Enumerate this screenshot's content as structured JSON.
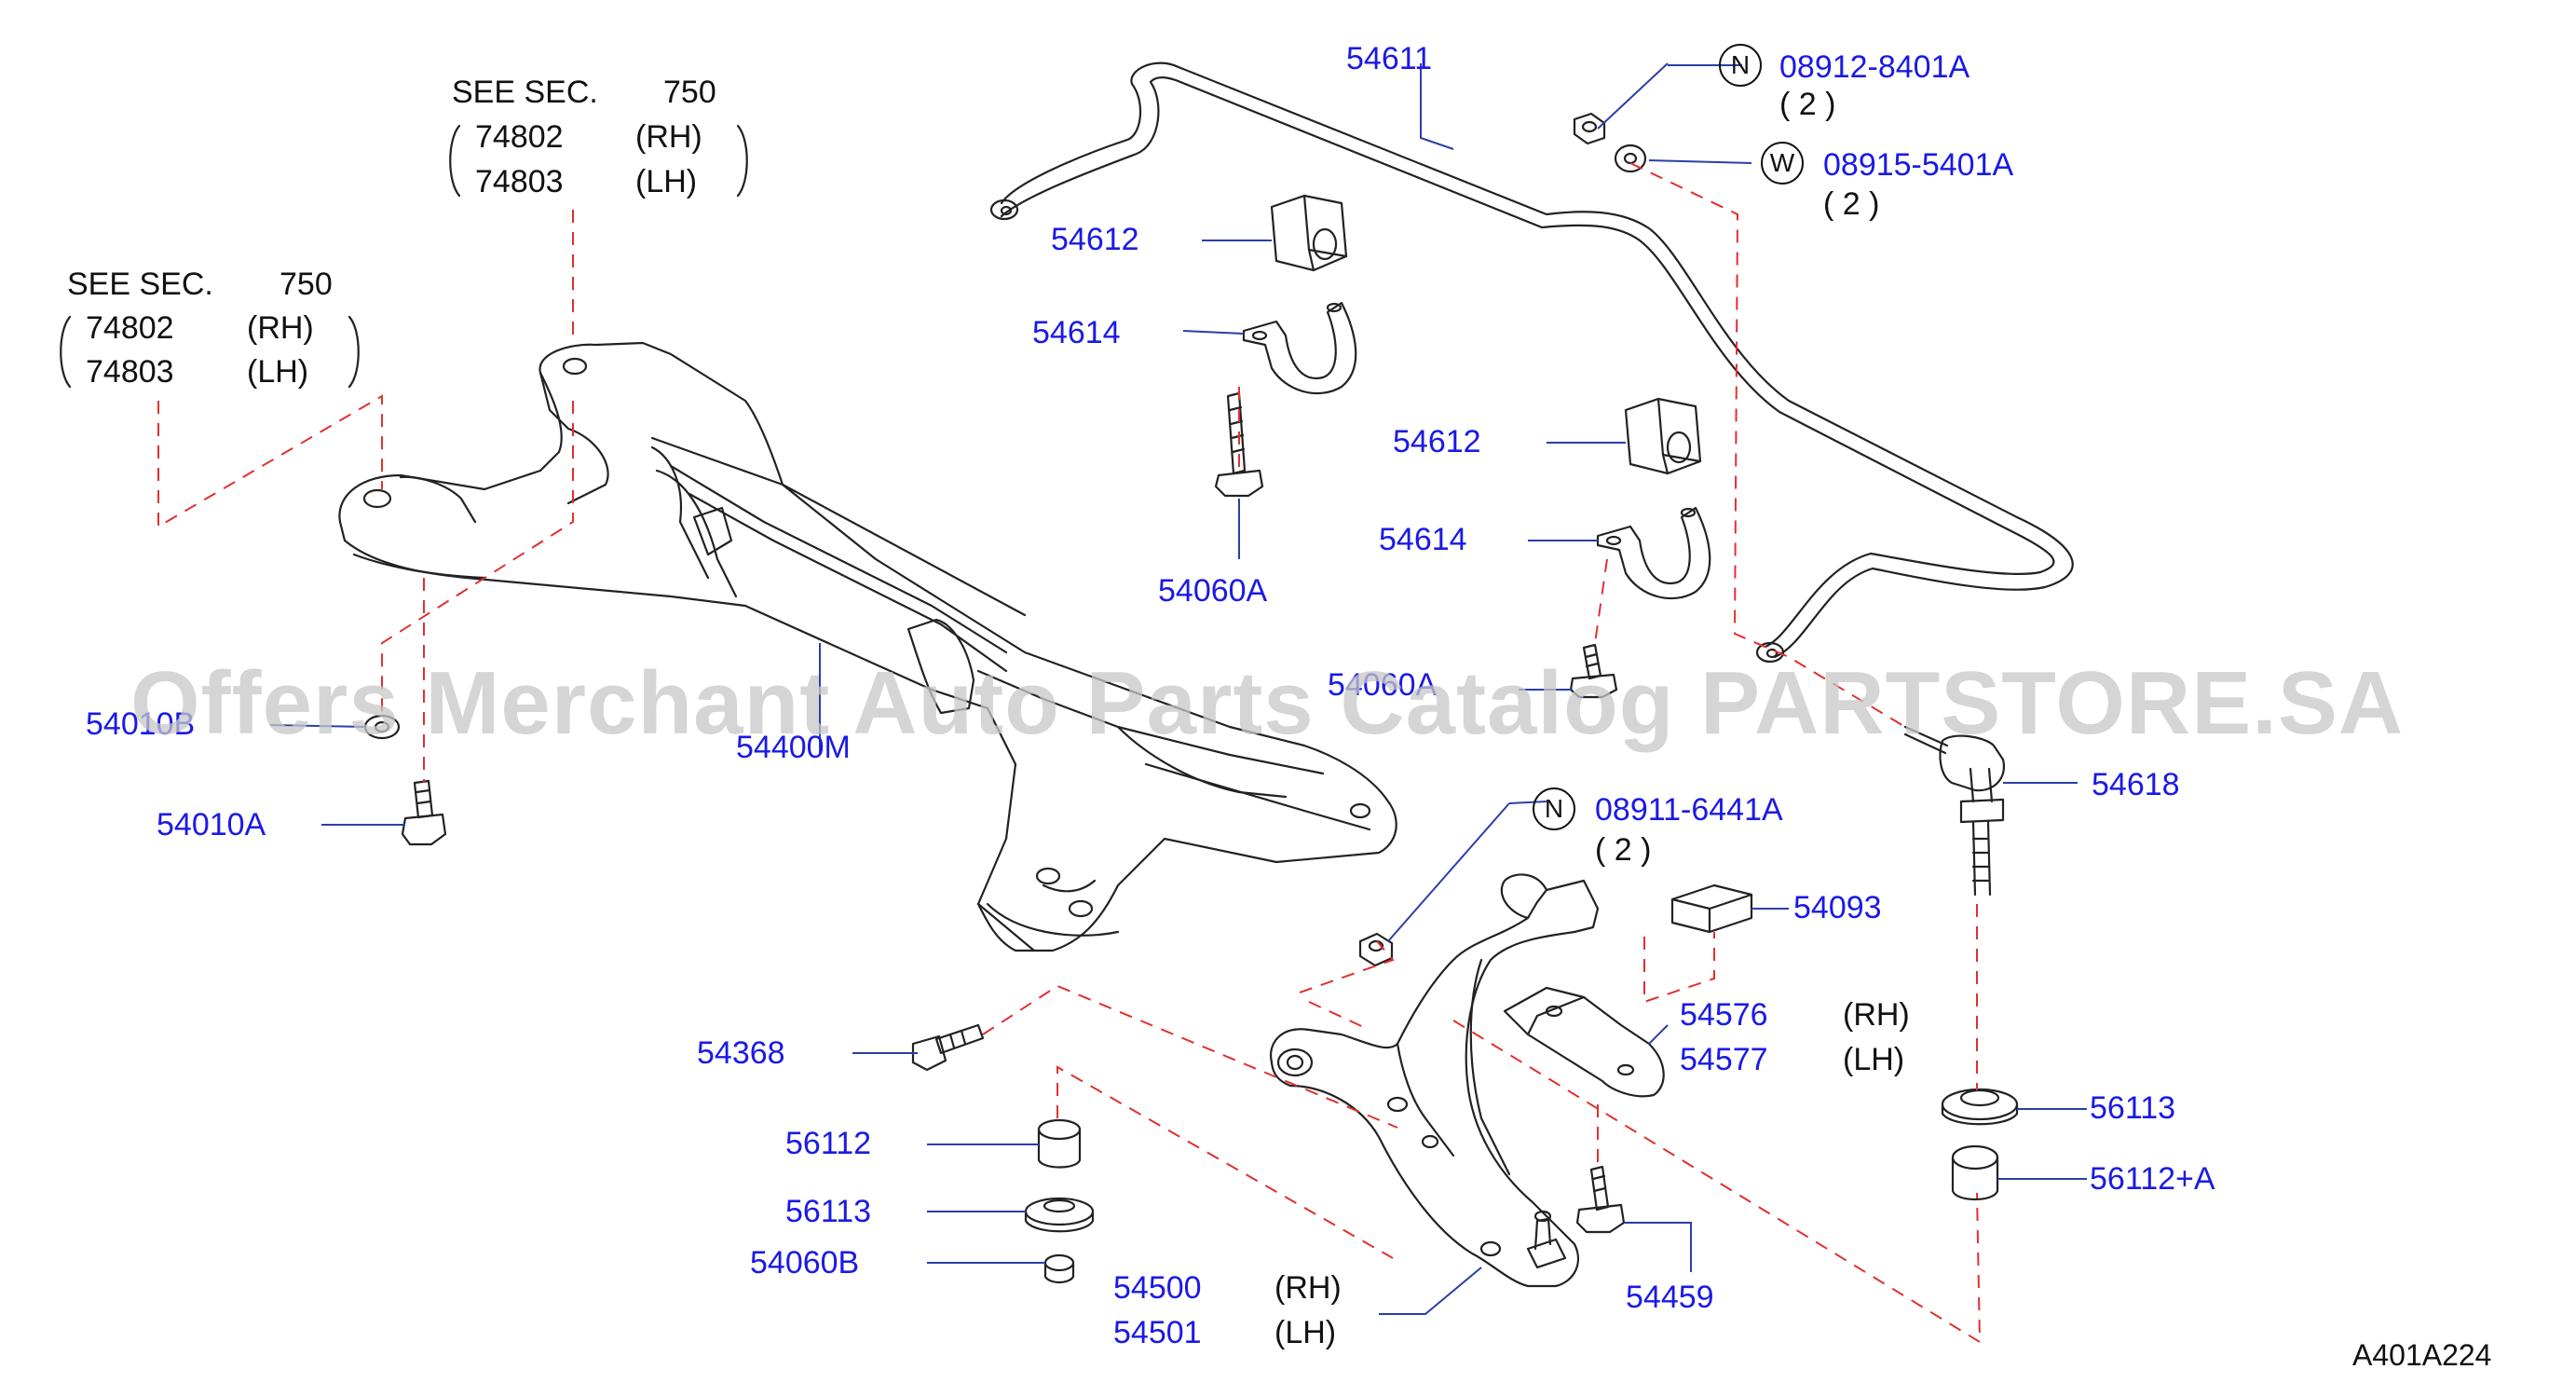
{
  "see_sec_upper": {
    "prefix": "SEE  SEC.",
    "sec": "750",
    "p1": "74802",
    "p1_side": "(RH)",
    "p2": "74803",
    "p2_side": "(LH)"
  },
  "see_sec_lower": {
    "prefix": "SEE  SEC.",
    "sec": "750",
    "p1": "74802",
    "p1_side": "(RH)",
    "p2": "74803",
    "p2_side": "(LH)"
  },
  "parts": {
    "p54611": "54611",
    "p54612_a": "54612",
    "p54614_a": "54614",
    "p54060A_a": "54060A",
    "p54612_b": "54612",
    "p54614_b": "54614",
    "p54060A_b": "54060A",
    "p54010B": "54010B",
    "p54010A": "54010A",
    "p54400M": "54400M",
    "p54618": "54618",
    "p54093": "54093",
    "p54576": "54576",
    "p54577": "54577",
    "p54368": "54368",
    "p56112": "56112",
    "p56113_l": "56113",
    "p54060B": "54060B",
    "p56113_r": "56113",
    "p56112A": "56112+A",
    "p54459": "54459",
    "p54500": "54500",
    "p54501": "54501"
  },
  "fasteners": {
    "nut_top": {
      "mark": "N",
      "part": "08912-8401A",
      "qty": "( 2   )"
    },
    "washer_top": {
      "mark": "W",
      "part": "08915-5401A",
      "qty": "( 2   )"
    },
    "nut_mid": {
      "mark": "N",
      "part": "08911-6441A",
      "qty": "( 2   )"
    }
  },
  "sides": {
    "rh": "(RH)",
    "lh": "(LH)"
  },
  "diagram_id": "A401A224",
  "watermark": "Offers Merchant Auto Parts Catalog PARTSTORE.SA",
  "colors": {
    "label": "#1a1ae6",
    "section": "#7a1fd6",
    "leader_dash": "#e03030",
    "line": "#222222"
  }
}
